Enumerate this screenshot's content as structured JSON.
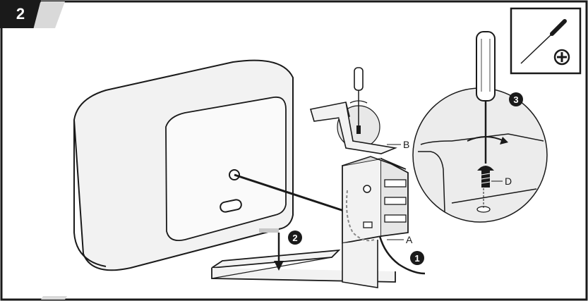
{
  "step": {
    "number": "2"
  },
  "callouts": {
    "c1": "1",
    "c2": "2",
    "c3": "3"
  },
  "labels": {
    "A": "A",
    "B": "B",
    "D": "D"
  },
  "icons": {
    "tool": "phillips-screwdriver-icon",
    "bit": "phillips-plus-icon"
  },
  "colors": {
    "line": "#1a1a1a",
    "panel_fill": "#f2f2f2",
    "circle_fill": "#e8e8e8",
    "background": "#ffffff"
  }
}
